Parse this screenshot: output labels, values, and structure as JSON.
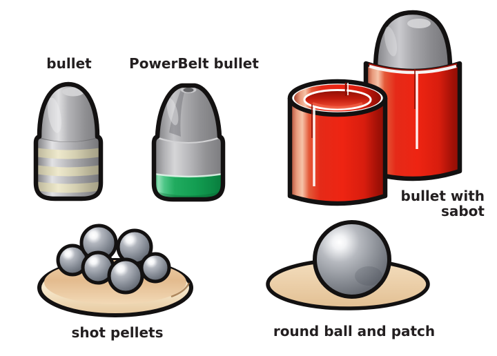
{
  "page": {
    "background": "#ffffff",
    "description": "Labeled illustration of muzzleloader projectile types"
  },
  "figures": {
    "bullet": {
      "label": "bullet"
    },
    "powerbelt_bullet": {
      "label": "PowerBelt bullet"
    },
    "bullet_with_sabot": {
      "label": "bullet with\nsabot",
      "parts": [
        "empty sabot",
        "bullet seated in sabot"
      ]
    },
    "shot_pellets": {
      "label": "shot pellets",
      "pellet_count": 6
    },
    "round_ball_and_patch": {
      "label": "round ball and patch"
    }
  },
  "colors": {
    "text": "#231f20",
    "outline": "#131111",
    "sabot_red": "#e52a18",
    "sabot_red_dark": "#8c0e05",
    "sabot_red_highlight": "#f6c3a8",
    "powerbelt_green": "#139e52",
    "metal_gray": "#a8a8ac",
    "metal_highlight": "#e2e2e4",
    "grease_band_cream": "#eee9cd",
    "dish_tan": "#e3bb8e",
    "patch_tan": "#edd2ad",
    "pellet_gray": "#868c96"
  }
}
